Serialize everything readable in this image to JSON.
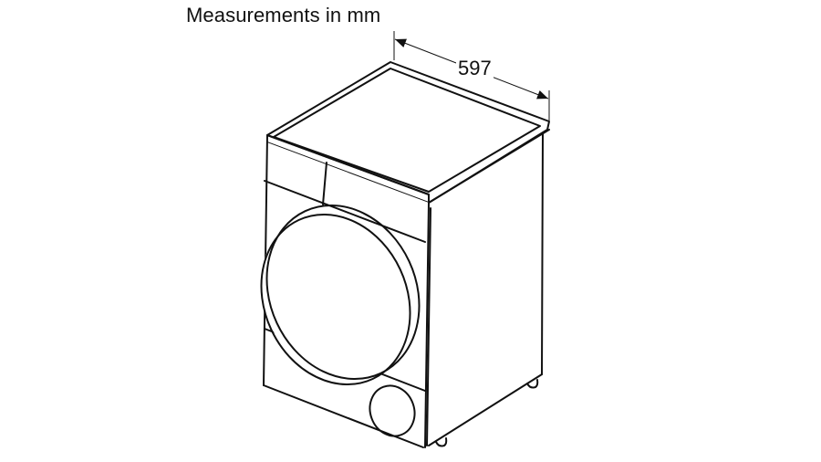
{
  "title": "Measurements in mm",
  "dimensions": {
    "width_label": "597"
  },
  "colors": {
    "line": "#111111",
    "background": "#ffffff"
  },
  "illustration": {
    "subject": "tumble dryer isometric line drawing",
    "parts": [
      "top-panel",
      "control-panel",
      "door",
      "filter-cover",
      "right-side-panel",
      "feet"
    ]
  }
}
